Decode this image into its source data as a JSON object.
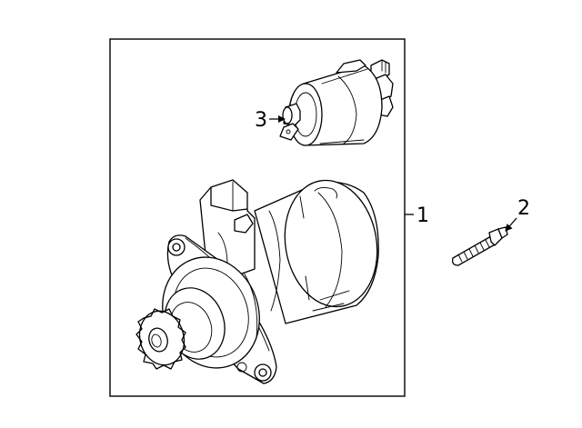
{
  "callouts": {
    "starter_assembly": "1",
    "stud_bolt": "2",
    "solenoid": "3"
  },
  "colors": {
    "line": "#000000",
    "background": "#ffffff"
  },
  "icons": {
    "arrow": "arrowhead-icon"
  }
}
